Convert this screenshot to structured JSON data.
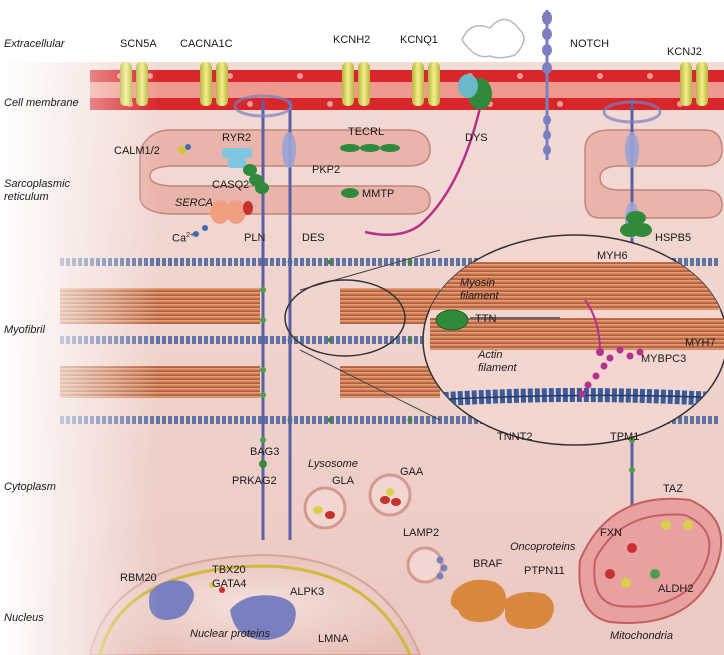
{
  "regions": {
    "extracellular": "Extracellular",
    "cell_membrane": "Cell membrane",
    "sr_line1": "Sarcoplasmic",
    "sr_line2": "reticulum",
    "myofibril": "Myofibril",
    "cytoplasm": "Cytoplasm",
    "nucleus": "Nucleus"
  },
  "membrane_proteins": {
    "scn5a": "SCN5A",
    "cacna1c": "CACNA1C",
    "kcnh2": "KCNH2",
    "kcnq1": "KCNQ1",
    "notch": "NOTCH",
    "kcnj2": "KCNJ2"
  },
  "sr_proteins": {
    "calm": "CALM1/2",
    "ryr2": "RYR2",
    "casq2": "CASQ2",
    "serca": "SERCA",
    "ca": "Ca",
    "ca_charge": "2+",
    "pln": "PLN",
    "pkp2": "PKP2",
    "des": "DES",
    "tecrl": "TECRL",
    "mmtp": "MMTP",
    "dys": "DYS",
    "hspb5": "HSPB5"
  },
  "sarcomere": {
    "myh6": "MYH6",
    "myosin_filament_1": "Myosin",
    "myosin_filament_2": "filament",
    "ttn": "TTN",
    "myh7": "MYH7",
    "mybpc3": "MYBPC3",
    "actin_filament_1": "Actin",
    "actin_filament_2": "filament",
    "tnnt2": "TNNT2",
    "tpm1": "TPM1"
  },
  "cytoplasm": {
    "bag3": "BAG3",
    "prkag2": "PRKAG2",
    "lysosome": "Lysosome",
    "gla": "GLA",
    "gaa": "GAA",
    "lamp2": "LAMP2",
    "oncoproteins": "Oncoproteins",
    "braf": "BRAF",
    "ptpn11": "PTPN11",
    "fxn": "FXN",
    "taz": "TAZ",
    "aldh2": "ALDH2",
    "mitochondria": "Mitochondria"
  },
  "nucleus": {
    "rbm20": "RBM20",
    "tbx20": "TBX20",
    "gata4": "GATA4",
    "alpk3": "ALPK3",
    "lmna": "LMNA",
    "nuclear_proteins": "Nuclear proteins"
  },
  "colors": {
    "membrane_red": "#d8262a",
    "channel_yellow": "#d9d85a",
    "fiber_orange": "#c8784f",
    "actin_blue": "#4a6fb0",
    "protein_green": "#2f8a3a",
    "cytoplasm_pink": "#f1d6d1",
    "nuclear_purple": "#7a7fc0",
    "oncoprotein_orange": "#d9883f",
    "magenta": "#b4318e"
  }
}
